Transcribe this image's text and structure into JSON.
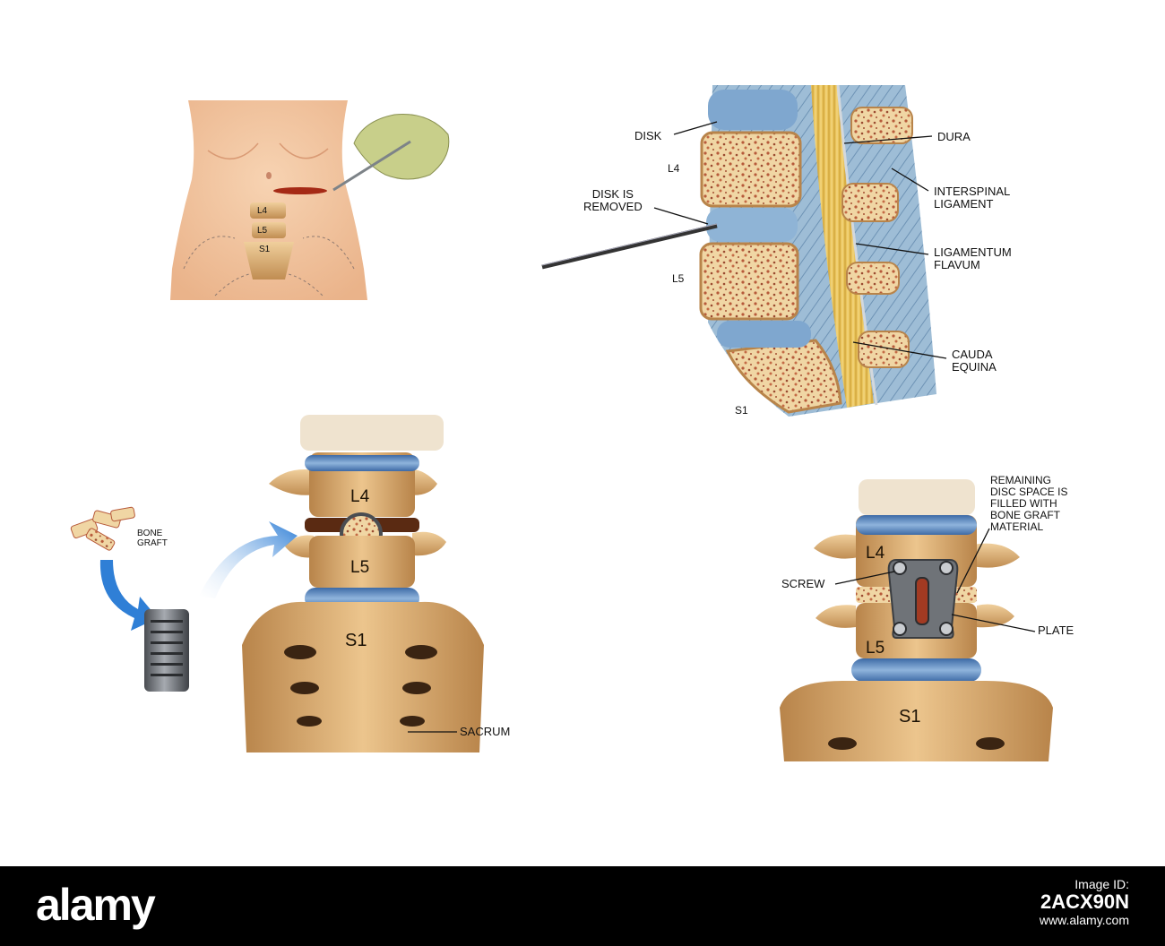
{
  "panel_abdomen": {
    "labels": {
      "l4": "L4",
      "l5": "L5",
      "s1": "S1"
    }
  },
  "panel_lateral": {
    "labels": {
      "disk": "DISK",
      "l4": "L4",
      "disk_removed": "DISK IS\nREMOVED",
      "l5": "L5",
      "s1": "S1",
      "dura": "DURA",
      "interspinal": "INTERSPINAL\nLIGAMENT",
      "ligamentum": "LIGAMENTUM\nFLAVUM",
      "cauda": "CAUDA\nEQUINA"
    }
  },
  "panel_graft": {
    "labels": {
      "bone_graft": "BONE\nGRAFT",
      "l4": "L4",
      "l5": "L5",
      "s1": "S1",
      "sacrum": "SACRUM"
    }
  },
  "panel_plate": {
    "labels": {
      "remaining": "REMAINING\nDISC SPACE IS\nFILLED WITH\nBONE GRAFT\nMATERIAL",
      "screw": "SCREW",
      "plate": "PLATE",
      "l4": "L4",
      "l5": "L5",
      "s1": "S1"
    }
  },
  "footer": {
    "logo": "alamy",
    "image_id_label": "Image ID:",
    "image_id": "2ACX90N",
    "site": "www.alamy.com"
  },
  "colors": {
    "bone": "#e2b67a",
    "bone_dark": "#b8844a",
    "disc_blue": "#5f88bb",
    "ligament_blue": "#8fb0cc",
    "nerve_yellow": "#e8c35a",
    "skin": "#f2c49e",
    "arrow_blue": "#2f7fd6",
    "implant_gray": "#6f7378"
  }
}
